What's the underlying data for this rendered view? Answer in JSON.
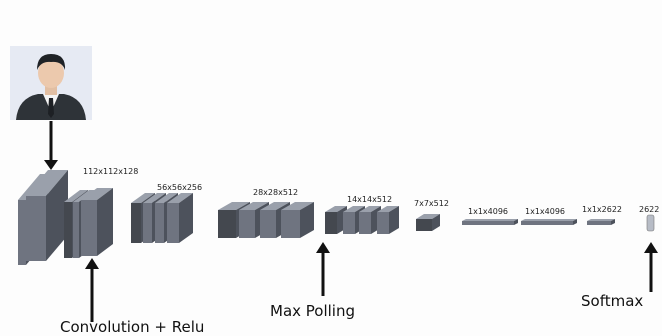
{
  "layers": [
    {
      "dims": "112x112x128"
    },
    {
      "dims": "56x56x256"
    },
    {
      "dims": "28x28x512"
    },
    {
      "dims": "14x14x512"
    },
    {
      "dims": "7x7x512"
    },
    {
      "dims": "1x1x4096"
    },
    {
      "dims": "1x1x4096"
    },
    {
      "dims": "1x1x2622"
    },
    {
      "dims": "2622"
    }
  ],
  "captions": {
    "conv": "Convolution + Relu",
    "pool": "Max Polling",
    "softmax": "Softmax"
  },
  "colors": {
    "block_front": "#6f7480",
    "block_top": "#9aa0ab",
    "block_side": "#4d525c",
    "block_dark": "#44484f",
    "arrow": "#111111"
  },
  "icons": {
    "input": "person-avatar-icon"
  }
}
